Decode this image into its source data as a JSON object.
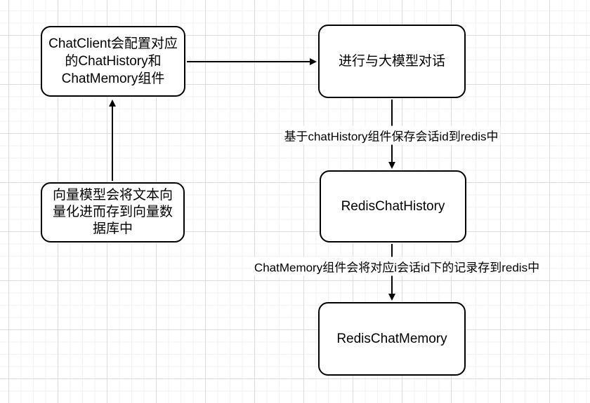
{
  "diagram": {
    "nodes": {
      "chatclient": {
        "lines": [
          "ChatClient会配置对应",
          "的ChatHistory和",
          "ChatMemory组件"
        ]
      },
      "chat": {
        "label": "进行与大模型对话"
      },
      "redis_history": {
        "label": "RedisChatHistory"
      },
      "redis_memory": {
        "label": "RedisChatMemory"
      },
      "vector": {
        "lines": [
          "向量模型会将文本向",
          "量化进而存到向量数",
          "据库中"
        ]
      }
    },
    "edge_labels": {
      "history_save": "基于chatHistory组件保存会话id到redis中",
      "memory_save": "ChatMemory组件会将对应i会话id下的记录存到redis中"
    },
    "colors": {
      "stroke": "#000000",
      "fill": "#ffffff",
      "grid_minor": "#f2f2f2",
      "grid_major": "#dcdcdc"
    }
  }
}
